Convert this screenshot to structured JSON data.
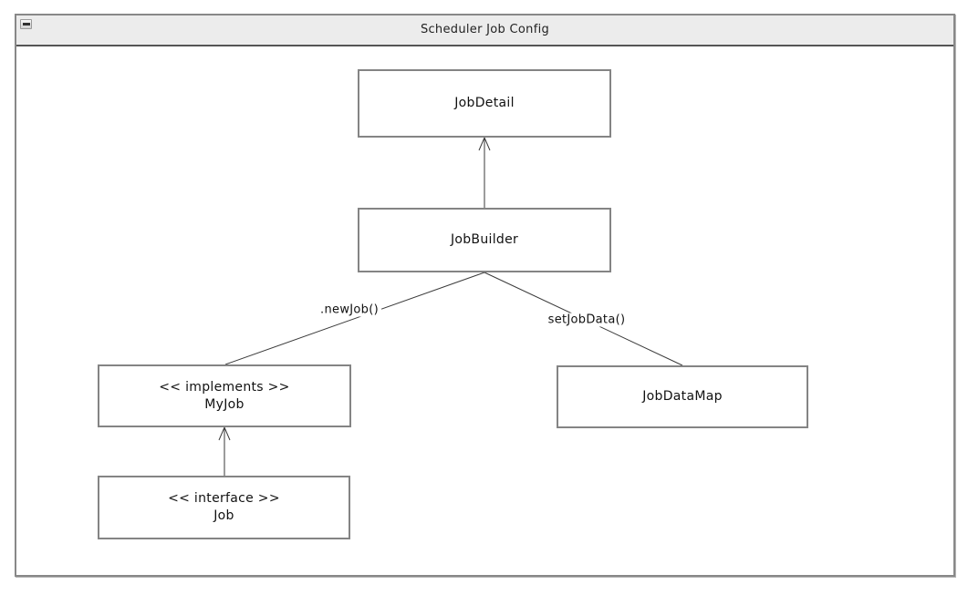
{
  "window": {
    "title": "Scheduler Job Config",
    "controls": {
      "collapse_button": "collapse-icon"
    }
  },
  "diagram": {
    "nodes": [
      {
        "id": "jobdetail",
        "lines": [
          "JobDetail"
        ]
      },
      {
        "id": "jobbuilder",
        "lines": [
          "JobBuilder"
        ]
      },
      {
        "id": "myjob",
        "lines": [
          "<< implements >>",
          "MyJob"
        ]
      },
      {
        "id": "jobdatamap",
        "lines": [
          "JobDataMap"
        ]
      },
      {
        "id": "job",
        "lines": [
          "<< interface >>",
          "Job"
        ]
      }
    ],
    "edges": [
      {
        "from": "jobbuilder",
        "to": "jobdetail",
        "label": "",
        "arrow": "open-triangle-up"
      },
      {
        "from": "jobbuilder",
        "to": "myjob",
        "label": ".newJob()",
        "arrow": "none"
      },
      {
        "from": "jobbuilder",
        "to": "jobdatamap",
        "label": "setJobData()",
        "arrow": "none"
      },
      {
        "from": "job",
        "to": "myjob",
        "label": "",
        "arrow": "open-triangle-up"
      }
    ]
  },
  "colors": {
    "window_border": "#888888",
    "titlebar_bg": "#ececec",
    "titlebar_separator": "#555555",
    "box_border": "#848484",
    "box_bg": "#ffffff",
    "line_color": "#3a3a3a",
    "text_color": "#111111"
  }
}
